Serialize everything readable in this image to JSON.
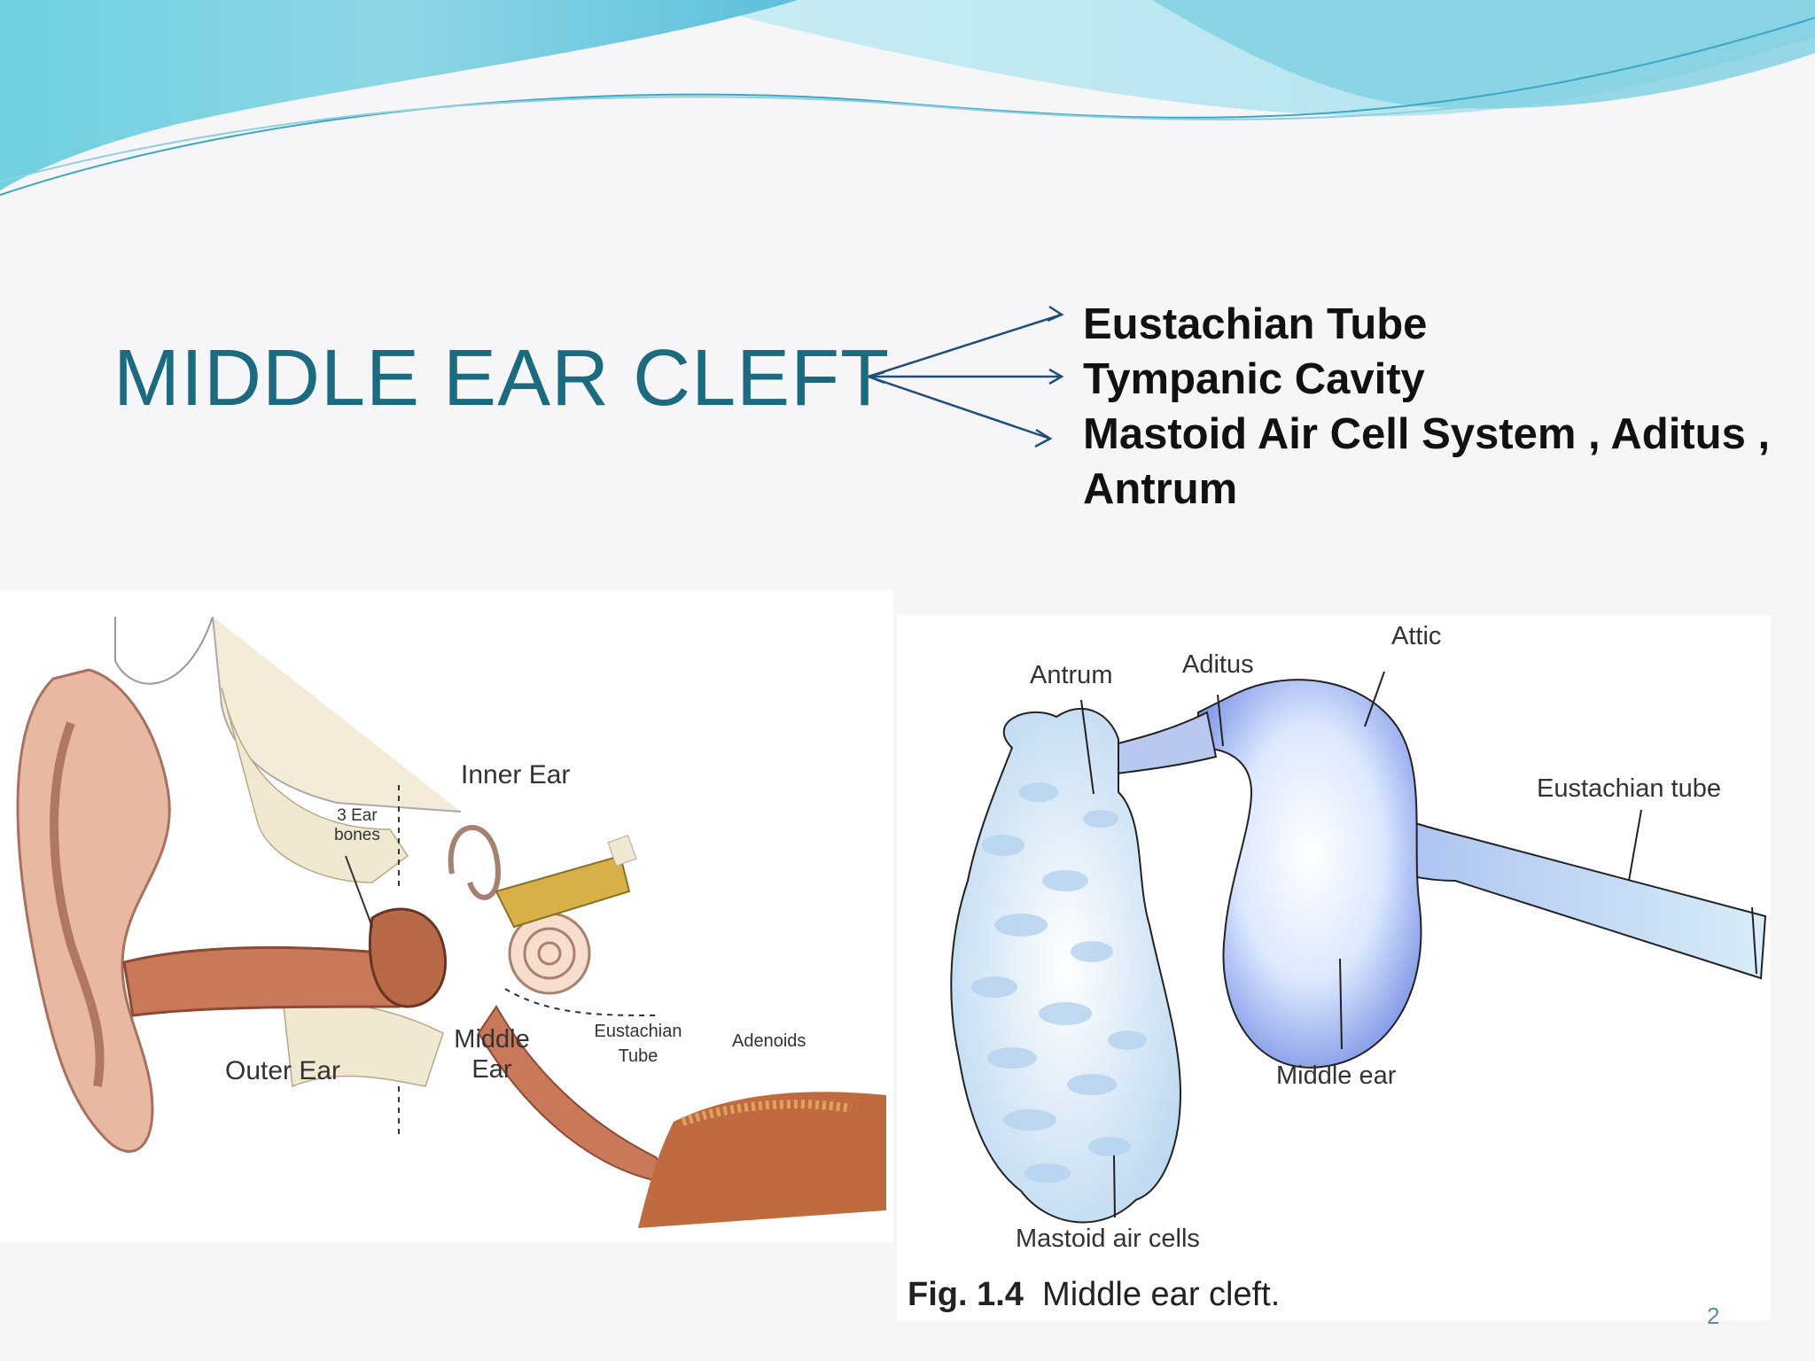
{
  "title": "MIDDLE EAR CLEFT",
  "components": [
    "Eustachian Tube",
    "Tympanic Cavity",
    "Mastoid Air Cell System , Aditus , Antrum"
  ],
  "ear_figure": {
    "labels": {
      "inner_ear": "Inner Ear",
      "ear_bones": "3 Ear bones",
      "middle_ear": "Middle Ear",
      "eustachian_tube": "Eustachian Tube",
      "adenoids": "Adenoids",
      "outer_ear": "Outer Ear"
    }
  },
  "cleft_figure": {
    "labels": {
      "antrum": "Antrum",
      "aditus": "Aditus",
      "attic": "Attic",
      "eustachian_tube": "Eustachian tube",
      "middle_ear": "Middle ear",
      "mastoid_air_cells": "Mastoid air cells"
    },
    "caption_number": "Fig. 1.4",
    "caption_text": "Middle ear cleft."
  },
  "page_number": "2",
  "colors": {
    "title": "#1a6a80",
    "wave_light": "#bfe8f0",
    "wave_dark": "#5fc6da",
    "cleft_fill": "#8fa8ea"
  }
}
